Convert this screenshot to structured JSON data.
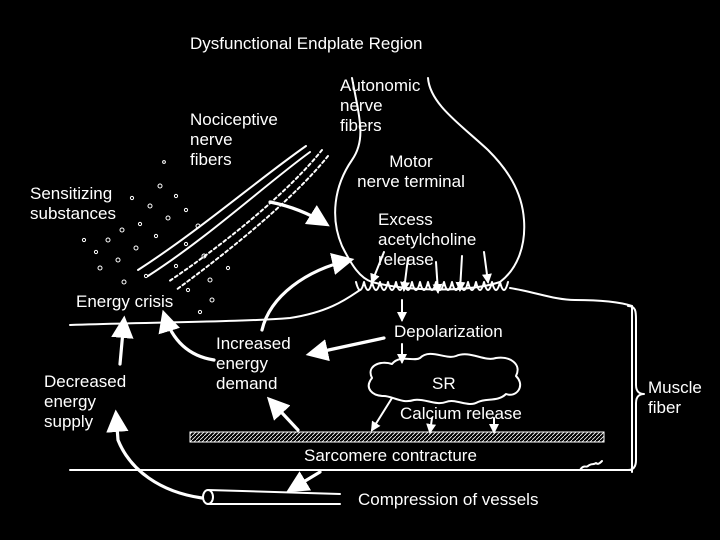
{
  "title": "Dysfunctional Endplate Region",
  "labels": {
    "autonomic": "Autonomic\nnerve\nfibers",
    "nociceptive": "Nociceptive\nnerve\nfibers",
    "motor_terminal": "Motor\nnerve terminal",
    "sensitizing": "Sensitizing\nsubstances",
    "excess_ach": "Excess\nacetylcholine\nrelease",
    "energy_crisis": "Energy crisis",
    "depolarization": "Depolarization",
    "increased_demand": "Increased\nenergy\ndemand",
    "decreased_supply": "Decreased\nenergy\nsupply",
    "sr": "SR",
    "calcium_release": "Calcium release",
    "muscle_fiber": "Muscle\nfiber",
    "sarcomere": "Sarcomere contracture",
    "compression": "Compression of vessels"
  },
  "colors": {
    "background": "#000000",
    "ink": "#ffffff"
  }
}
